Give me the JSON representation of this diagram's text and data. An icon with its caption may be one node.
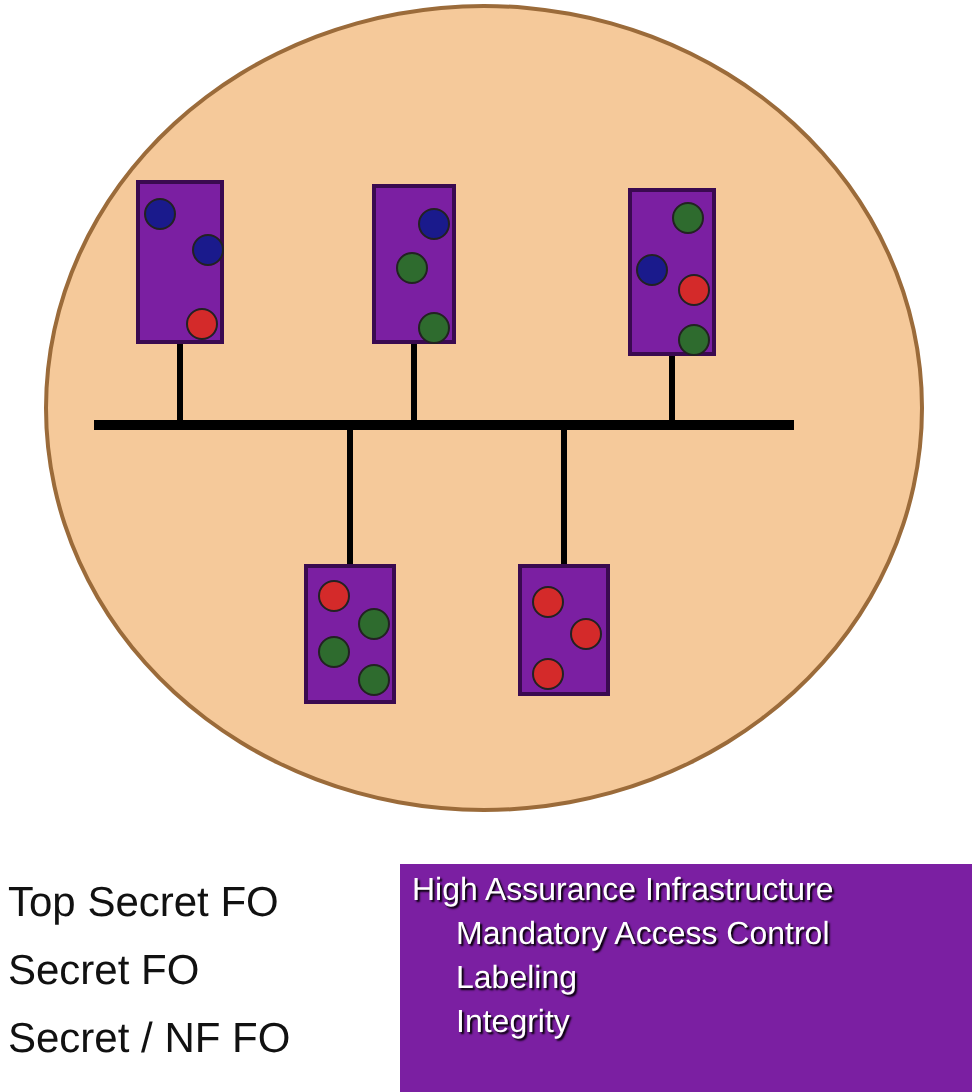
{
  "diagram": {
    "nodes": [
      {
        "text": [],
        "shape": "circle"
      },
      {
        "text": [],
        "shape": "box",
        "in": 0
      },
      {
        "text": [],
        "shape": "circle",
        "in": 1
      },
      {
        "text": [],
        "shape": "circle",
        "in": 1
      },
      {
        "text": [],
        "shape": "circle",
        "in": 1
      },
      {
        "text": [],
        "shape": "box",
        "in": 0
      },
      {
        "text": [],
        "shape": "circle",
        "in": 5
      },
      {
        "text": [],
        "shape": "circle",
        "in": 5
      },
      {
        "text": [],
        "shape": "circle",
        "in": 5
      },
      {
        "text": [],
        "shape": "box",
        "in": 0
      },
      {
        "text": [],
        "shape": "circle",
        "in": 9
      },
      {
        "text": [],
        "shape": "circle",
        "in": 9
      },
      {
        "text": [],
        "shape": "circle",
        "in": 9
      },
      {
        "text": [],
        "shape": "circle",
        "in": 9
      },
      {
        "text": [],
        "shape": "bar",
        "in": 0
      },
      {
        "text": [],
        "shape": "box",
        "in": 0
      },
      {
        "text": [],
        "shape": "circle",
        "in": 15
      },
      {
        "text": [],
        "shape": "circle",
        "in": 15
      },
      {
        "text": [],
        "shape": "circle",
        "in": 15
      },
      {
        "text": [],
        "shape": "circle",
        "in": 15
      },
      {
        "text": [],
        "shape": "box",
        "in": 0
      },
      {
        "text": [],
        "shape": "circle",
        "in": 20
      },
      {
        "text": [],
        "shape": "circle",
        "in": 20
      },
      {
        "text": [],
        "shape": "circle",
        "in": 20
      },
      {
        "text": [
          "High Assurance Infrastructure",
          "Mandatory Access Control",
          "Labeling",
          "Integrity"
        ]
      }
    ],
    "edges": [
      {
        "from": 1,
        "to": 14,
        "arrow": "none"
      },
      {
        "from": 5,
        "to": 14,
        "arrow": "none"
      },
      {
        "from": 9,
        "to": 14,
        "arrow": "none"
      },
      {
        "from": 14,
        "to": 15,
        "arrow": "none"
      },
      {
        "from": 14,
        "to": 20,
        "arrow": "none"
      }
    ],
    "labels": [
      "Top Secret FO",
      "Secret FO",
      "Secret / NF FO"
    ]
  }
}
